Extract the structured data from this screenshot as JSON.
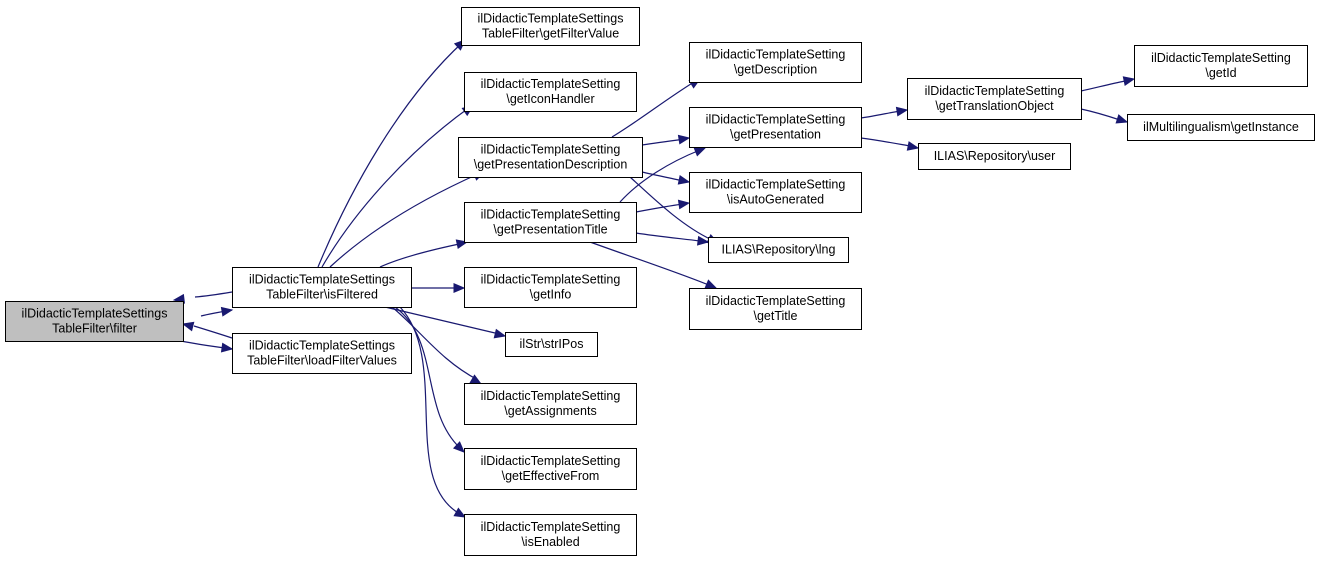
{
  "diagram": {
    "nodes": [
      {
        "id": "n_filter",
        "name": "node-filter",
        "lines": [
          "ilDidacticTemplateSettings",
          "TableFilter\\filter"
        ],
        "root": true
      },
      {
        "id": "n_isFiltered",
        "name": "node-is-filtered",
        "lines": [
          "ilDidacticTemplateSettings",
          "TableFilter\\isFiltered"
        ]
      },
      {
        "id": "n_loadFilterValues",
        "name": "node-load-filter-values",
        "lines": [
          "ilDidacticTemplateSettings",
          "TableFilter\\loadFilterValues"
        ]
      },
      {
        "id": "n_getFilterValue",
        "name": "node-get-filter-value",
        "lines": [
          "ilDidacticTemplateSettings",
          "TableFilter\\getFilterValue"
        ]
      },
      {
        "id": "n_getIconHandler",
        "name": "node-get-icon-handler",
        "lines": [
          "ilDidacticTemplateSetting",
          "\\getIconHandler"
        ]
      },
      {
        "id": "n_getPresentationDescription",
        "name": "node-get-presentation-description",
        "lines": [
          "ilDidacticTemplateSetting",
          "\\getPresentationDescription"
        ]
      },
      {
        "id": "n_getPresentationTitle",
        "name": "node-get-presentation-title",
        "lines": [
          "ilDidacticTemplateSetting",
          "\\getPresentationTitle"
        ]
      },
      {
        "id": "n_getInfo",
        "name": "node-get-info",
        "lines": [
          "ilDidacticTemplateSetting",
          "\\getInfo"
        ]
      },
      {
        "id": "n_strIPos",
        "name": "node-str-ipos",
        "lines": [
          "ilStr\\strIPos"
        ]
      },
      {
        "id": "n_getAssignments",
        "name": "node-get-assignments",
        "lines": [
          "ilDidacticTemplateSetting",
          "\\getAssignments"
        ]
      },
      {
        "id": "n_getEffectiveFrom",
        "name": "node-get-effective-from",
        "lines": [
          "ilDidacticTemplateSetting",
          "\\getEffectiveFrom"
        ]
      },
      {
        "id": "n_isEnabled",
        "name": "node-is-enabled",
        "lines": [
          "ilDidacticTemplateSetting",
          "\\isEnabled"
        ]
      },
      {
        "id": "n_getDescription",
        "name": "node-get-description",
        "lines": [
          "ilDidacticTemplateSetting",
          "\\getDescription"
        ]
      },
      {
        "id": "n_getPresentation",
        "name": "node-get-presentation",
        "lines": [
          "ilDidacticTemplateSetting",
          "\\getPresentation"
        ]
      },
      {
        "id": "n_isAutoGenerated",
        "name": "node-is-auto-generated",
        "lines": [
          "ilDidacticTemplateSetting",
          "\\isAutoGenerated"
        ]
      },
      {
        "id": "n_lng",
        "name": "node-repository-lng",
        "lines": [
          "ILIAS\\Repository\\lng"
        ]
      },
      {
        "id": "n_getTitle",
        "name": "node-get-title",
        "lines": [
          "ilDidacticTemplateSetting",
          "\\getTitle"
        ]
      },
      {
        "id": "n_getTranslationObject",
        "name": "node-get-translation-object",
        "lines": [
          "ilDidacticTemplateSetting",
          "\\getTranslationObject"
        ]
      },
      {
        "id": "n_user",
        "name": "node-repository-user",
        "lines": [
          "ILIAS\\Repository\\user"
        ]
      },
      {
        "id": "n_getId",
        "name": "node-get-id",
        "lines": [
          "ilDidacticTemplateSetting",
          "\\getId"
        ]
      },
      {
        "id": "n_getInstance",
        "name": "node-multilingualism-get-instance",
        "lines": [
          "ilMultilingualism\\getInstance"
        ]
      }
    ],
    "edges": [
      {
        "from": "n_filter",
        "to": "n_isFiltered"
      },
      {
        "from": "n_isFiltered",
        "to": "n_filter"
      },
      {
        "from": "n_filter",
        "to": "n_loadFilterValues"
      },
      {
        "from": "n_loadFilterValues",
        "to": "n_filter"
      },
      {
        "from": "n_isFiltered",
        "to": "n_getFilterValue"
      },
      {
        "from": "n_isFiltered",
        "to": "n_getIconHandler"
      },
      {
        "from": "n_isFiltered",
        "to": "n_getPresentationDescription"
      },
      {
        "from": "n_isFiltered",
        "to": "n_getPresentationTitle"
      },
      {
        "from": "n_isFiltered",
        "to": "n_getInfo"
      },
      {
        "from": "n_isFiltered",
        "to": "n_strIPos"
      },
      {
        "from": "n_isFiltered",
        "to": "n_getAssignments"
      },
      {
        "from": "n_isFiltered",
        "to": "n_getEffectiveFrom"
      },
      {
        "from": "n_isFiltered",
        "to": "n_isEnabled"
      },
      {
        "from": "n_getPresentationDescription",
        "to": "n_getDescription"
      },
      {
        "from": "n_getPresentationDescription",
        "to": "n_getPresentation"
      },
      {
        "from": "n_getPresentationDescription",
        "to": "n_isAutoGenerated"
      },
      {
        "from": "n_getPresentationDescription",
        "to": "n_lng"
      },
      {
        "from": "n_getPresentationTitle",
        "to": "n_getPresentation"
      },
      {
        "from": "n_getPresentationTitle",
        "to": "n_isAutoGenerated"
      },
      {
        "from": "n_getPresentationTitle",
        "to": "n_lng"
      },
      {
        "from": "n_getPresentationTitle",
        "to": "n_getTitle"
      },
      {
        "from": "n_getPresentation",
        "to": "n_getTranslationObject"
      },
      {
        "from": "n_getPresentation",
        "to": "n_user"
      },
      {
        "from": "n_getTranslationObject",
        "to": "n_getId"
      },
      {
        "from": "n_getTranslationObject",
        "to": "n_getInstance"
      }
    ],
    "colors": {
      "edge": "#191970",
      "node_border": "#000000",
      "node_fill": "#ffffff",
      "root_fill": "#bfbfbf"
    }
  }
}
